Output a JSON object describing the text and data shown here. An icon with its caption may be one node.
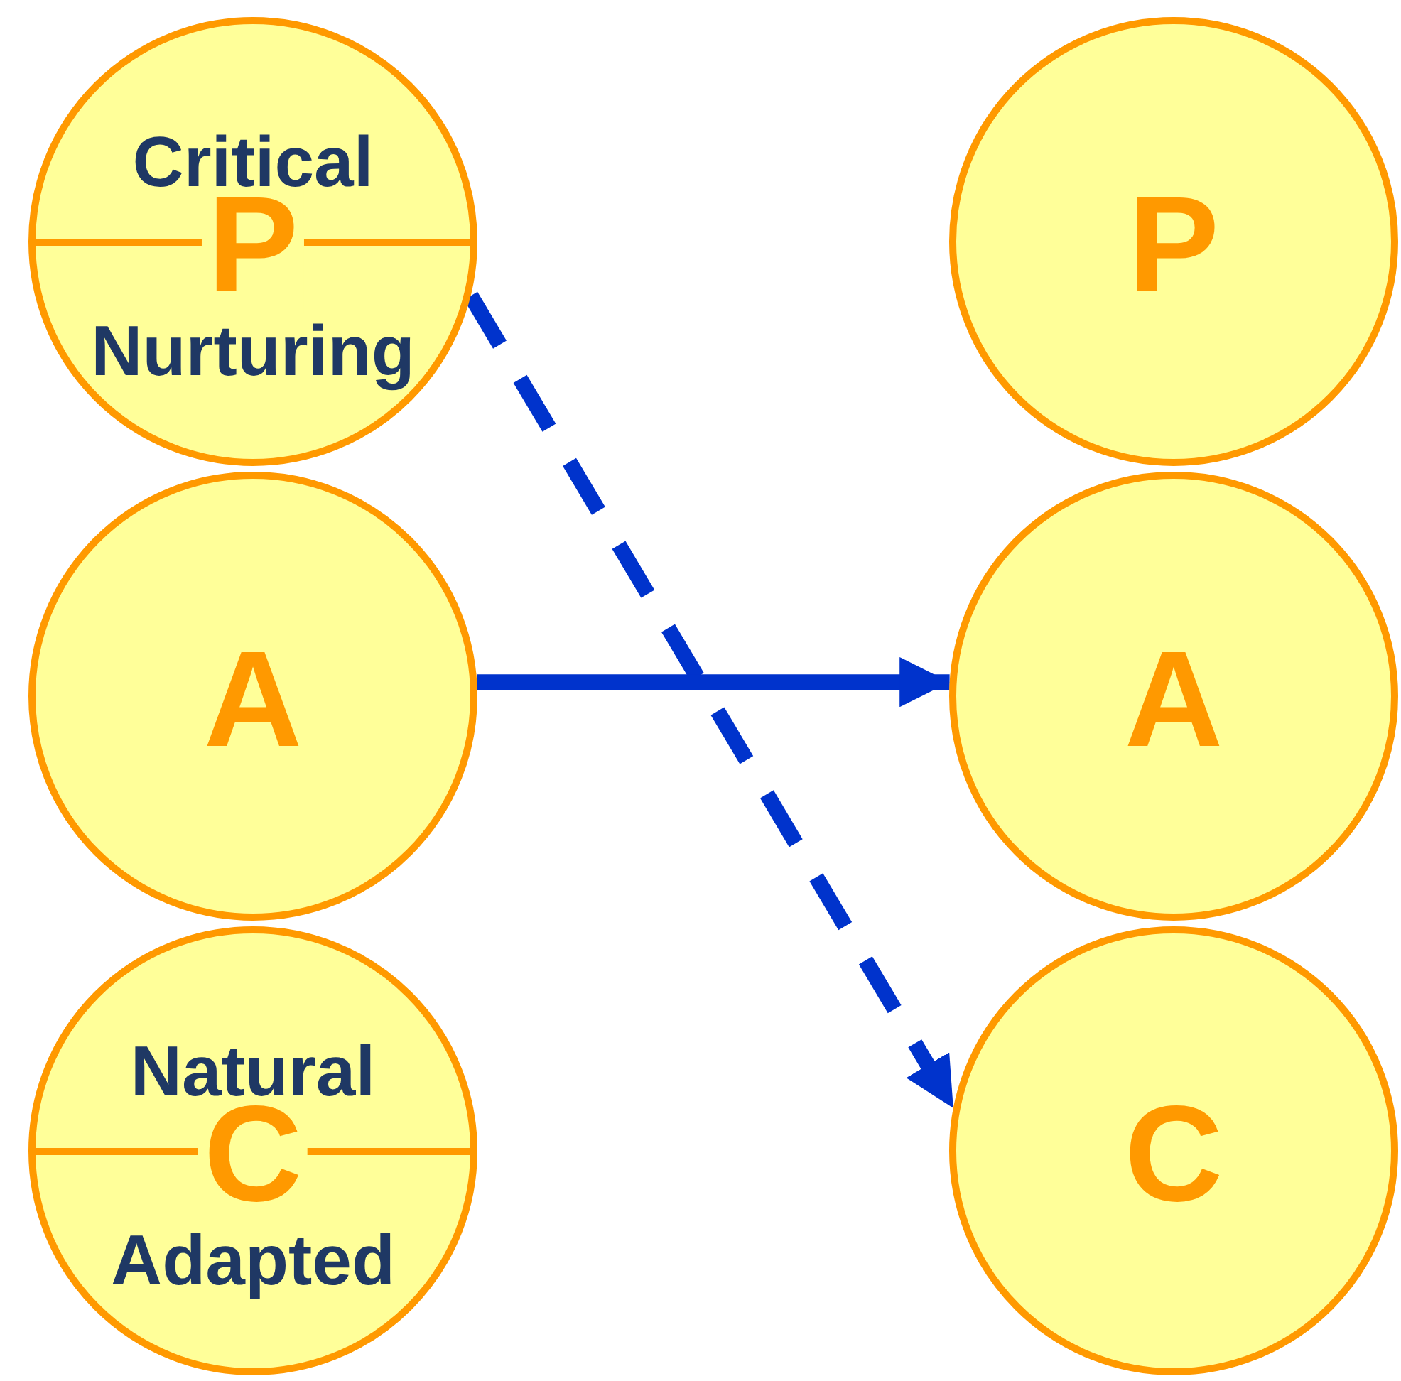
{
  "diagram": {
    "nodes": [
      {
        "text": [
          "Critical",
          "P",
          "Nurturing"
        ]
      },
      {
        "text": [
          "A"
        ]
      },
      {
        "text": [
          "Natural",
          "C",
          "Adapted"
        ]
      },
      {
        "text": [
          "P"
        ]
      },
      {
        "text": [
          "A"
        ]
      },
      {
        "text": [
          "C"
        ]
      }
    ],
    "edges": [
      {
        "from": 0,
        "to": 5,
        "arrow": "to",
        "style": "dashed"
      },
      {
        "from": 1,
        "to": 4,
        "arrow": "to"
      }
    ]
  }
}
